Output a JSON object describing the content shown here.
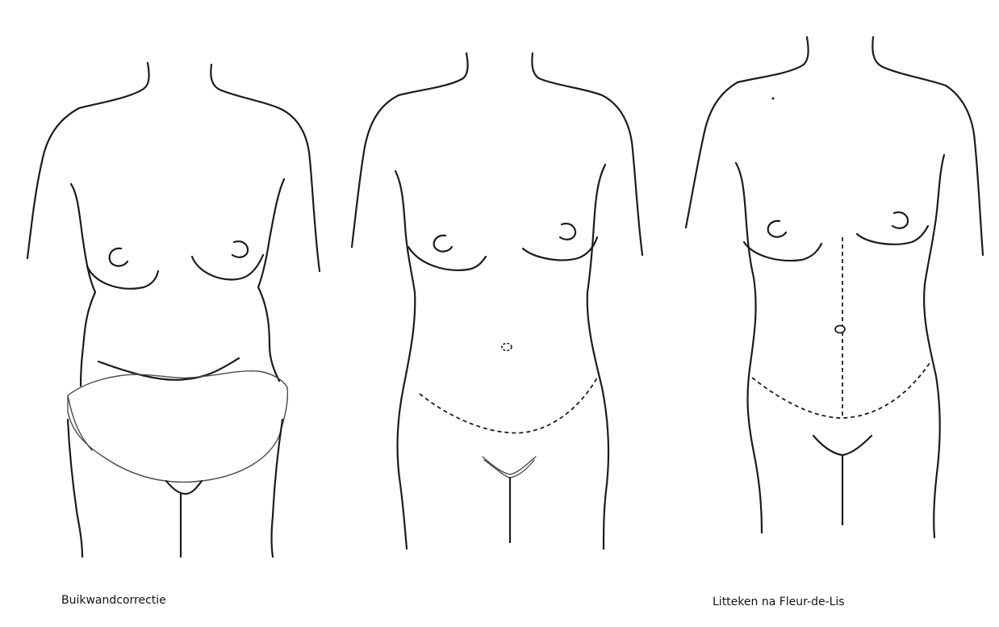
{
  "captions": {
    "left": "Buikwandcorrectie",
    "right": "Litteken na Fleur-de-Lis"
  },
  "figures": [
    {
      "id": "before",
      "depicts": "torso-before-abdominoplasty"
    },
    {
      "id": "after-abdominoplasty",
      "depicts": "torso-with-horizontal-scar"
    },
    {
      "id": "after-fleur-de-lis",
      "depicts": "torso-with-fleur-de-lis-scar"
    }
  ],
  "colors": {
    "line": "#1c1c1c",
    "background": "#ffffff"
  }
}
